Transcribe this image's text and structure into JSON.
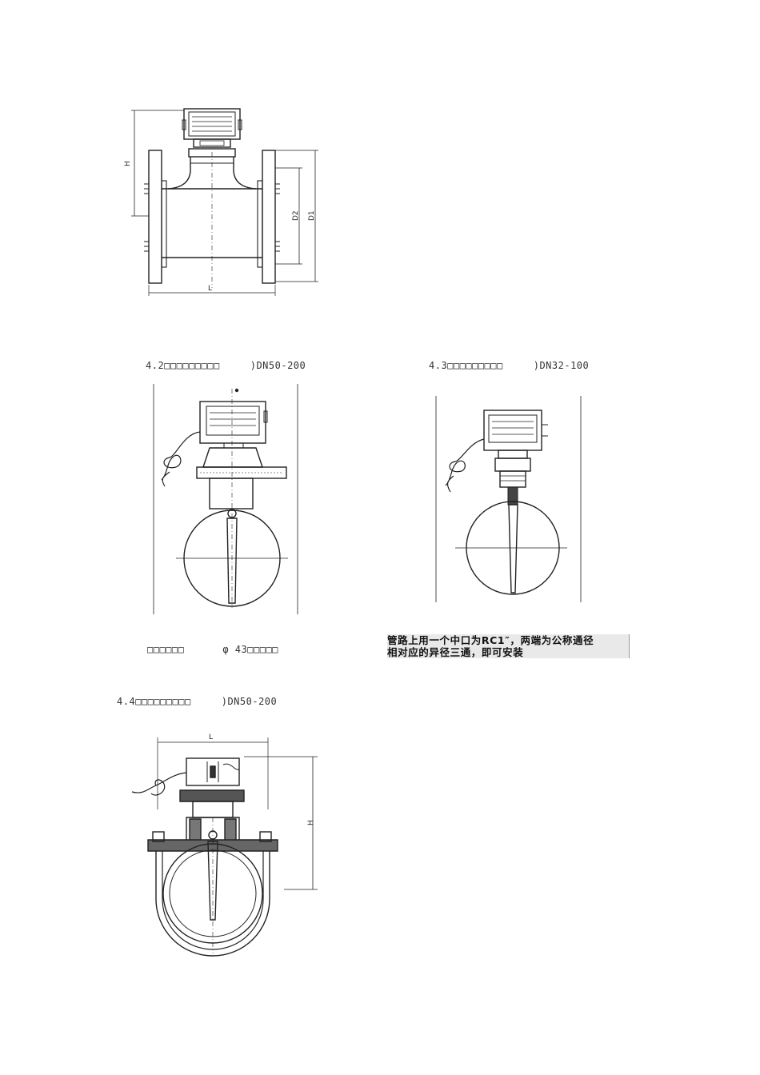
{
  "figures": {
    "fig1": {
      "dims": {
        "h": "H",
        "d2": "D2",
        "d1": "D1",
        "l": "L"
      }
    },
    "fig2": {
      "caption_num": "4.2",
      "caption_obscured": "□□□□□□□□□",
      "caption_range": ")DN50-200"
    },
    "fig3": {
      "caption_num": "4.3",
      "caption_obscured": "□□□□□□□□□",
      "caption_range": ")DN32-100"
    },
    "fig4": {
      "caption_num": "4.4",
      "caption_obscured": "□□□□□□□□□",
      "caption_range": ")DN50-200",
      "dims": {
        "l": "L",
        "h": "H"
      }
    }
  },
  "notes": {
    "left_prefix": "□□□□□□",
    "left_symbol": "φ 43",
    "left_suffix": "□□□□□",
    "right_line1": "管路上用一个中口为RC1″，两端为公称通径",
    "right_line2": "相对应的异径三通，即可安装"
  },
  "colors": {
    "ink": "#222222",
    "note_bg": "#e9e9e9"
  }
}
